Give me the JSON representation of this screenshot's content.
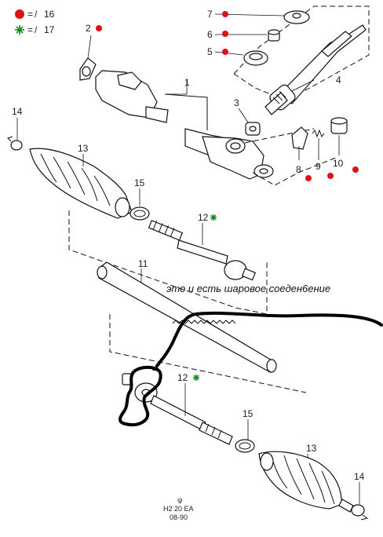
{
  "legend": [
    {
      "marker": "red-dot",
      "color": "#e0101a",
      "symbol": "=",
      "strike": "/",
      "ref": "16"
    },
    {
      "marker": "green-star",
      "color": "#118a1d",
      "symbol": "=",
      "strike": "/",
      "ref": "17"
    }
  ],
  "callouts": {
    "c1": "1",
    "c2": "2",
    "c3": "3",
    "c4": "4",
    "c5": "5",
    "c6": "6",
    "c7": "7",
    "c8": "8",
    "c9": "9",
    "c10": "10",
    "c11": "11",
    "c12a": "12",
    "c12b": "12",
    "c13a": "13",
    "c13b": "13",
    "c14a": "14",
    "c14b": "14",
    "c15a": "15",
    "c15b": "15"
  },
  "annotation": "это и есть шаровое  соеден6ение",
  "footer": {
    "symbol": "ψ",
    "code": "H2 20 EA",
    "date": "08-90"
  },
  "colors": {
    "red": "#e0101a",
    "green": "#118a1d",
    "ink": "#111111"
  }
}
